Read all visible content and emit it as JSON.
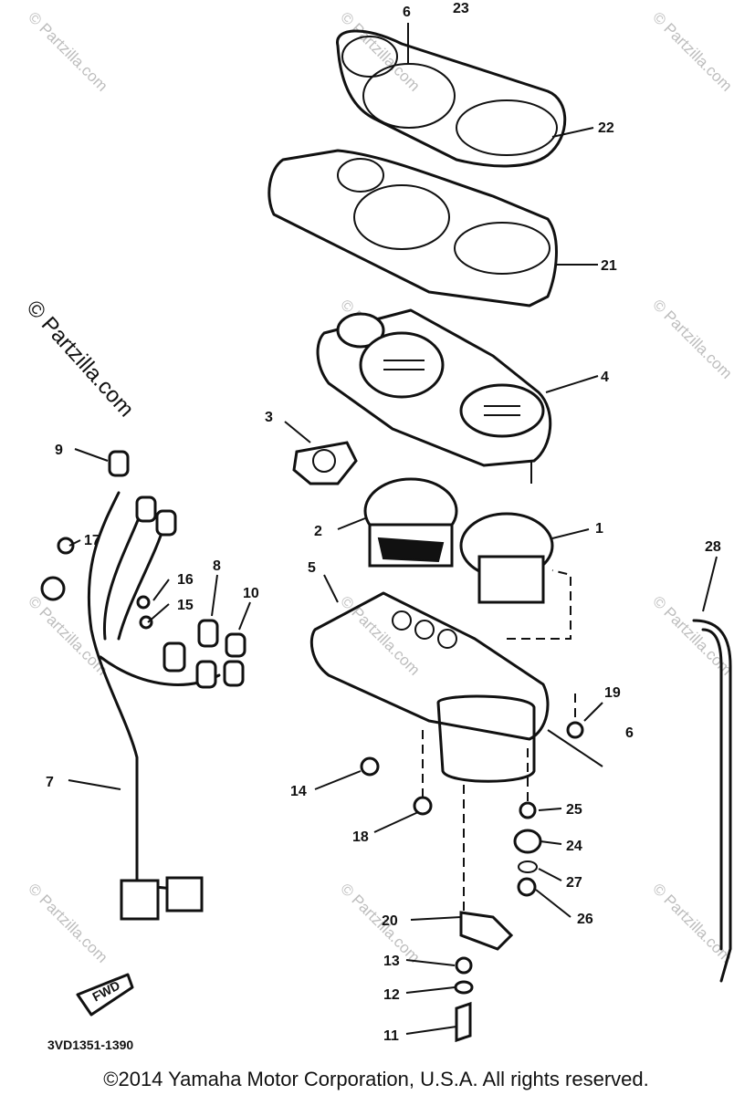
{
  "watermark": {
    "text": "© Partzilla.com",
    "big_text": "© Partzilla.com"
  },
  "drawing_code": "3VD1351-1390",
  "fwd_label": "FWD",
  "footer": "©2014 Yamaha Motor Corporation, U.S.A. All rights reserved.",
  "callouts": {
    "c1": "1",
    "c2": "2",
    "c3": "3",
    "c4": "4",
    "c5": "5",
    "c6": "6",
    "c7": "7",
    "c8": "8",
    "c9": "9",
    "c10": "10",
    "c11": "11",
    "c12": "12",
    "c13": "13",
    "c14": "14",
    "c15": "15",
    "c16": "16",
    "c17": "17",
    "c18": "18",
    "c19": "19",
    "c20": "20",
    "c21": "21",
    "c22": "22",
    "c23": "23",
    "c24": "24",
    "c25": "25",
    "c26": "26",
    "c27": "27",
    "c28": "28",
    "c6top": "6"
  }
}
